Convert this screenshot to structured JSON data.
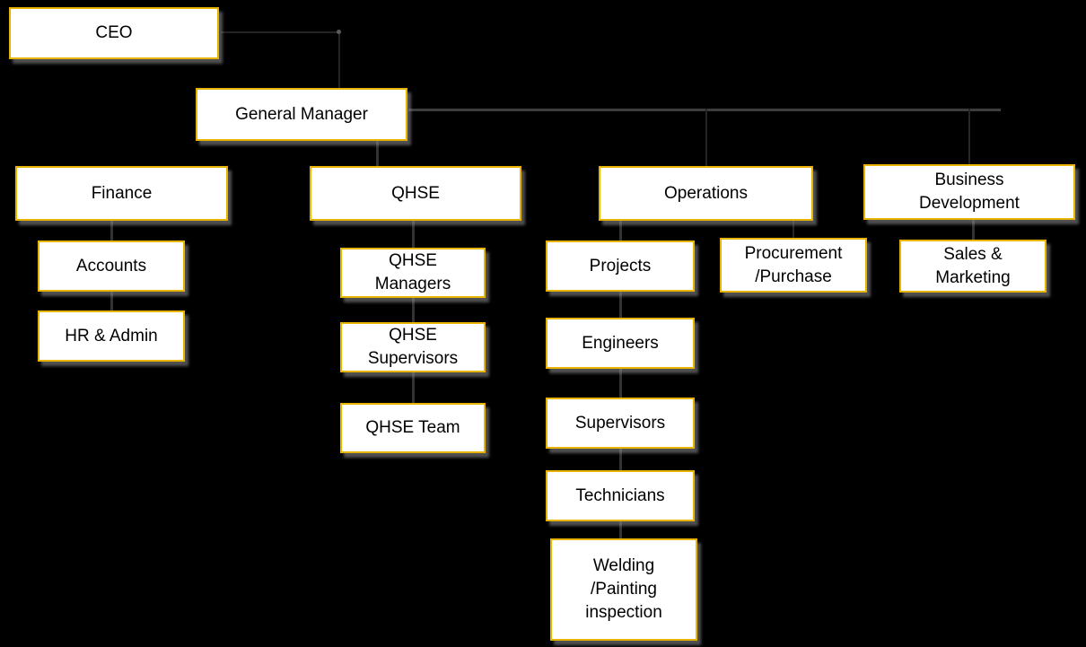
{
  "diagram": {
    "type": "org-chart",
    "background": "#000000",
    "colors": {
      "box_border": "#E9B400",
      "box_fill": "#FFFFFF",
      "text": "#000000",
      "connector": "#3D3D3D",
      "shadow": "#919191"
    },
    "nodes": {
      "ceo": {
        "label": "CEO"
      },
      "general_manager": {
        "label": "General Manager"
      },
      "finance": {
        "label": "Finance"
      },
      "accounts": {
        "label": "Accounts"
      },
      "hr_admin": {
        "label": "HR & Admin"
      },
      "qhse": {
        "label": "QHSE"
      },
      "qhse_managers": {
        "label": "QHSE Managers"
      },
      "qhse_supervisors": {
        "label": "QHSE Supervisors"
      },
      "qhse_team": {
        "label": "QHSE Team"
      },
      "operations": {
        "label": "Operations"
      },
      "projects": {
        "label": "Projects"
      },
      "engineers": {
        "label": "Engineers"
      },
      "supervisors": {
        "label": "Supervisors"
      },
      "technicians": {
        "label": "Technicians"
      },
      "welding_painting": {
        "label": "Welding /Painting inspection"
      },
      "procurement": {
        "label": "Procurement /Purchase"
      },
      "business_development": {
        "label": "Business Development"
      },
      "sales_marketing": {
        "label": "Sales & Marketing"
      }
    },
    "edges": [
      {
        "from": "ceo",
        "to": "general_manager"
      },
      {
        "from": "general_manager",
        "to": "finance"
      },
      {
        "from": "general_manager",
        "to": "qhse"
      },
      {
        "from": "general_manager",
        "to": "operations"
      },
      {
        "from": "general_manager",
        "to": "business_development"
      },
      {
        "from": "finance",
        "to": "accounts"
      },
      {
        "from": "accounts",
        "to": "hr_admin"
      },
      {
        "from": "qhse",
        "to": "qhse_managers"
      },
      {
        "from": "qhse_managers",
        "to": "qhse_supervisors"
      },
      {
        "from": "qhse_supervisors",
        "to": "qhse_team"
      },
      {
        "from": "operations",
        "to": "projects"
      },
      {
        "from": "operations",
        "to": "procurement"
      },
      {
        "from": "projects",
        "to": "engineers"
      },
      {
        "from": "engineers",
        "to": "supervisors"
      },
      {
        "from": "supervisors",
        "to": "technicians"
      },
      {
        "from": "technicians",
        "to": "welding_painting"
      },
      {
        "from": "business_development",
        "to": "sales_marketing"
      }
    ]
  }
}
